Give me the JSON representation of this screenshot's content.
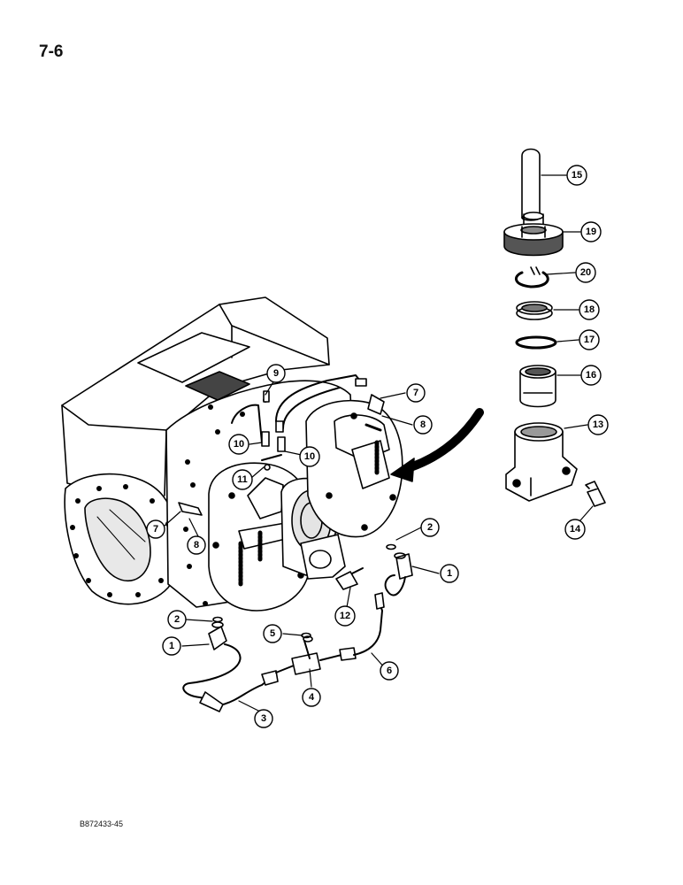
{
  "page": {
    "number": "7-6",
    "figure_code": "B872433-45"
  },
  "callouts": [
    {
      "id": "c15",
      "label": "15"
    },
    {
      "id": "c19",
      "label": "19"
    },
    {
      "id": "c20",
      "label": "20"
    },
    {
      "id": "c18",
      "label": "18"
    },
    {
      "id": "c17",
      "label": "17"
    },
    {
      "id": "c16",
      "label": "16"
    },
    {
      "id": "c13",
      "label": "13"
    },
    {
      "id": "c14",
      "label": "14"
    },
    {
      "id": "c9",
      "label": "9"
    },
    {
      "id": "c7a",
      "label": "7"
    },
    {
      "id": "c8a",
      "label": "8"
    },
    {
      "id": "c10a",
      "label": "10"
    },
    {
      "id": "c10b",
      "label": "10"
    },
    {
      "id": "c11",
      "label": "11"
    },
    {
      "id": "c7b",
      "label": "7"
    },
    {
      "id": "c8b",
      "label": "8"
    },
    {
      "id": "c2a",
      "label": "2"
    },
    {
      "id": "c1a",
      "label": "1"
    },
    {
      "id": "c12",
      "label": "12"
    },
    {
      "id": "c2b",
      "label": "2"
    },
    {
      "id": "c1b",
      "label": "1"
    },
    {
      "id": "c5",
      "label": "5"
    },
    {
      "id": "c6",
      "label": "6"
    },
    {
      "id": "c4",
      "label": "4"
    },
    {
      "id": "c3",
      "label": "3"
    }
  ]
}
